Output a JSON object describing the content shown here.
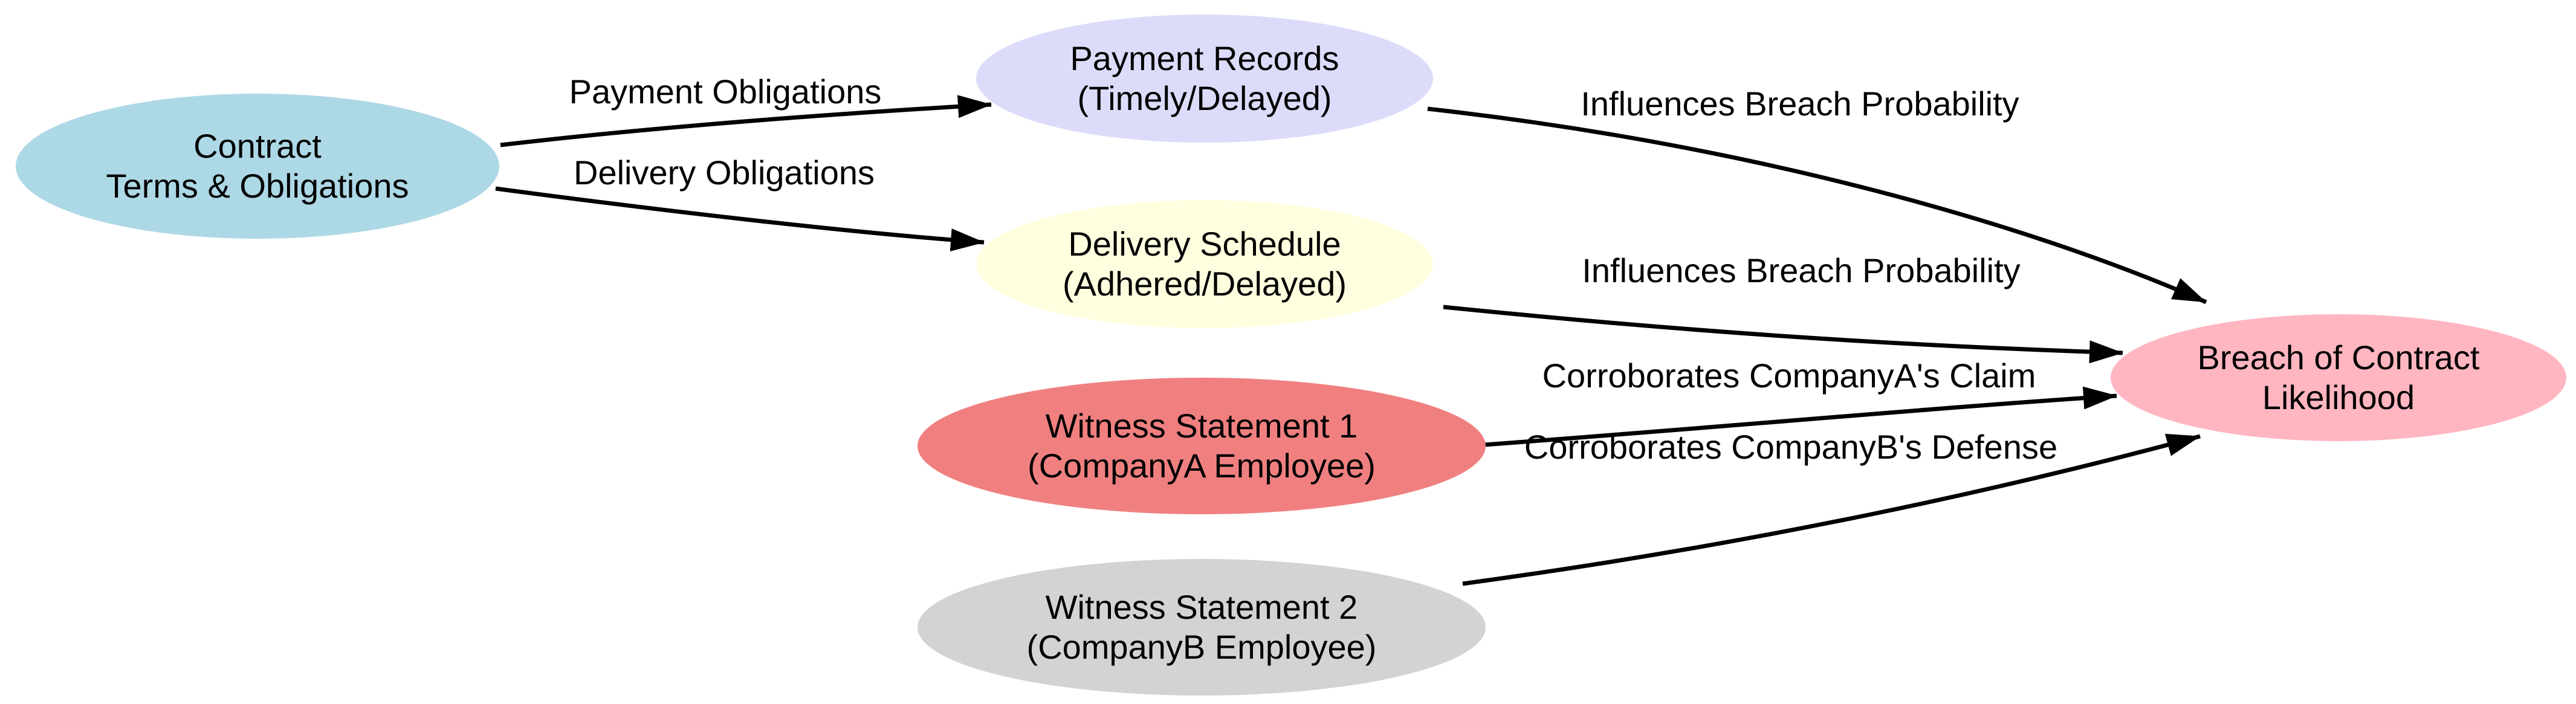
{
  "diagram": {
    "background": "#ffffff",
    "edge_color": "#000000",
    "text_color": "#000000",
    "nodes": [
      {
        "id": "contract",
        "line1": "Contract",
        "line2": "Terms & Obligations",
        "fill": "#ADD8E6"
      },
      {
        "id": "payment-records",
        "line1": "Payment Records",
        "line2": "(Timely/Delayed)",
        "fill": "#DCDCFA"
      },
      {
        "id": "delivery-schedule",
        "line1": "Delivery Schedule",
        "line2": "(Adhered/Delayed)",
        "fill": "#FFFFE0"
      },
      {
        "id": "witness-1",
        "line1": "Witness Statement 1",
        "line2": "(CompanyA Employee)",
        "fill": "#F08080"
      },
      {
        "id": "witness-2",
        "line1": "Witness Statement 2",
        "line2": "(CompanyB Employee)",
        "fill": "#D3D3D3"
      },
      {
        "id": "breach",
        "line1": "Breach of Contract",
        "line2": "Likelihood",
        "fill": "#FFB6C1"
      }
    ],
    "edges": [
      {
        "from": "contract",
        "to": "payment-records",
        "label": "Payment Obligations"
      },
      {
        "from": "contract",
        "to": "delivery-schedule",
        "label": "Delivery Obligations"
      },
      {
        "from": "payment-records",
        "to": "breach",
        "label": "Influences Breach Probability"
      },
      {
        "from": "delivery-schedule",
        "to": "breach",
        "label": "Influences Breach Probability"
      },
      {
        "from": "witness-1",
        "to": "breach",
        "label": "Corroborates CompanyA's Claim"
      },
      {
        "from": "witness-2",
        "to": "breach",
        "label": "Corroborates CompanyB's Defense"
      }
    ]
  }
}
